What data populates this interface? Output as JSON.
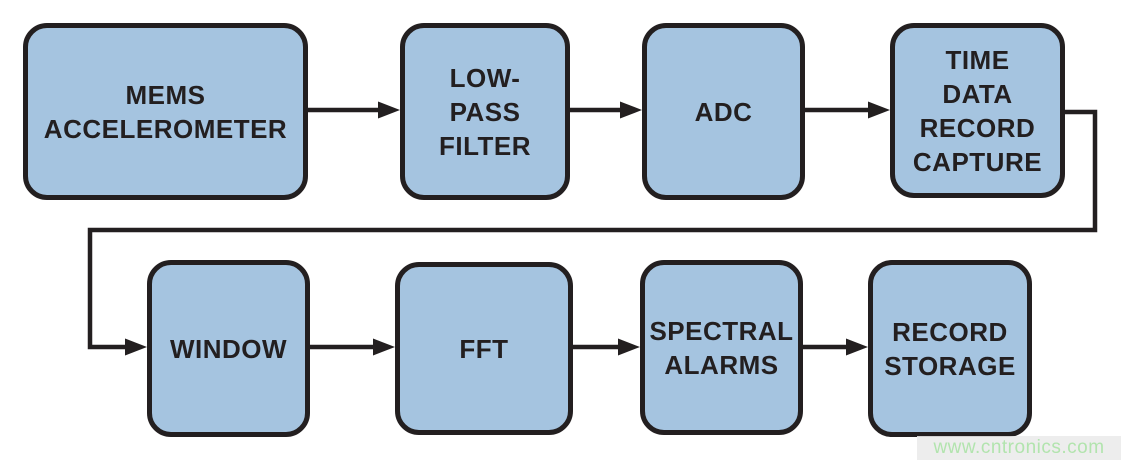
{
  "diagram": {
    "type": "block-flow-diagram",
    "nodes": [
      {
        "id": "mems-accelerometer",
        "label": "MEMS\nACCELEROMETER"
      },
      {
        "id": "low-pass-filter",
        "label": "LOW-\nPASS\nFILTER"
      },
      {
        "id": "adc",
        "label": "ADC"
      },
      {
        "id": "time-data-record-capture",
        "label": "TIME\nDATA\nRECORD\nCAPTURE"
      },
      {
        "id": "window",
        "label": "WINDOW"
      },
      {
        "id": "fft",
        "label": "FFT"
      },
      {
        "id": "spectral-alarms",
        "label": "SPECTRAL\nALARMS"
      },
      {
        "id": "record-storage",
        "label": "RECORD\nSTORAGE"
      }
    ],
    "edges": [
      "MEMS ACCELEROMETER -> LOW-PASS FILTER",
      "LOW-PASS FILTER -> ADC",
      "ADC -> TIME DATA RECORD CAPTURE",
      "TIME DATA RECORD CAPTURE -> WINDOW",
      "WINDOW -> FFT",
      "FFT -> SPECTRAL ALARMS",
      "SPECTRAL ALARMS -> RECORD STORAGE"
    ],
    "colors": {
      "node_fill": "#a5c4e0",
      "node_border": "#231f20",
      "arrow": "#231f20",
      "label_text": "#231f20"
    }
  },
  "watermark": {
    "text": "www.cntronics.com",
    "color": "#b2e4ae"
  }
}
